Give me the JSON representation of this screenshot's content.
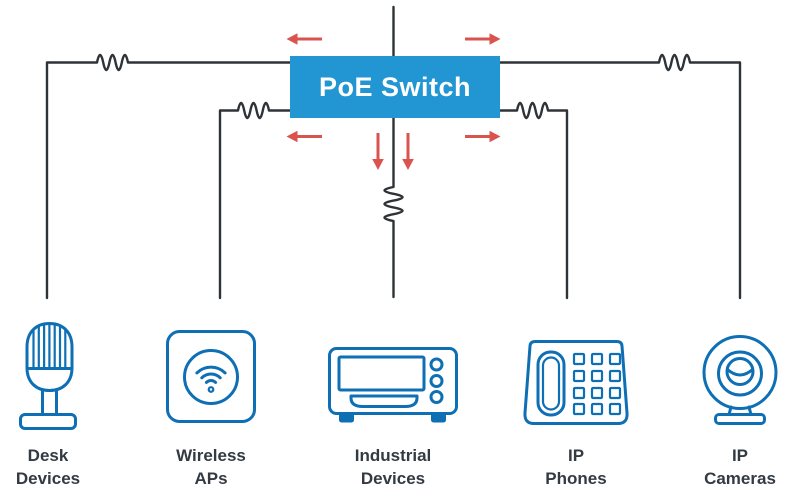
{
  "switch": {
    "label": "PoE Switch"
  },
  "colors": {
    "page_bg": "#ffffff",
    "switch_bg": "#2196d3",
    "switch_text": "#ffffff",
    "icon_stroke": "#0e6fb5",
    "wire_stroke": "#2e3338",
    "arrow_red": "#d9534f",
    "label_color": "#333a42"
  },
  "devices": [
    {
      "name": "desk-devices",
      "icon": "microphone-icon",
      "label_lines": [
        "Desk",
        "Devices"
      ]
    },
    {
      "name": "wireless-aps",
      "icon": "wireless-ap-icon",
      "label_lines": [
        "Wireless",
        "APs"
      ]
    },
    {
      "name": "industrial-devices",
      "icon": "industrial-device-icon",
      "label_lines": [
        "Industrial",
        "Devices"
      ]
    },
    {
      "name": "ip-phones",
      "icon": "ip-phone-icon",
      "label_lines": [
        "IP",
        "Phones"
      ]
    },
    {
      "name": "ip-cameras",
      "icon": "ip-camera-icon",
      "label_lines": [
        "IP",
        "Cameras"
      ]
    }
  ],
  "arrows": {
    "description": "red power-flow arrows",
    "directions": [
      "left-top",
      "right-top",
      "left-bottom",
      "right-bottom",
      "down-left",
      "down-right"
    ]
  }
}
